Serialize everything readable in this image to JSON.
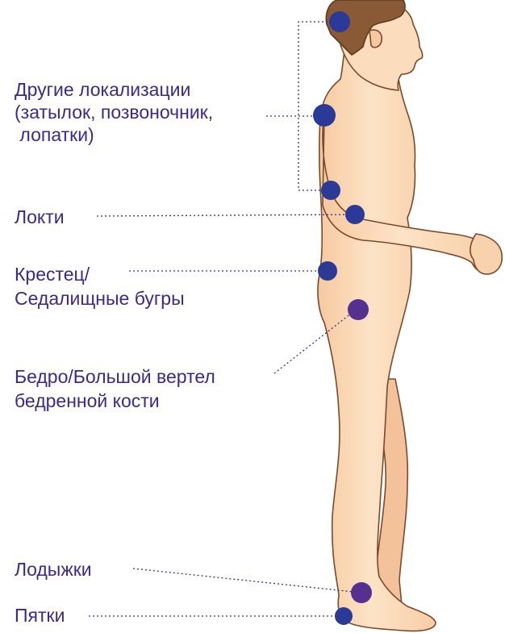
{
  "labels": {
    "other_sites": {
      "line1": "Другие локализации",
      "line2": "(затылок, позвоночник,",
      "line3": " лопатки)"
    },
    "elbows": "Локти",
    "sacrum": {
      "line1": "Крестец/",
      "line2": "Седалищные бугры"
    },
    "hip": {
      "line1": "Бедро/Большой вертел",
      "line2": "бедренной кости"
    },
    "ankles": "Лодыжки",
    "heels": "Пятки"
  },
  "colors": {
    "text": "#3d2a86",
    "marker_blue": "#2b3a97",
    "marker_purple": "#55308f",
    "skin": "#fad9b6",
    "skin_shade": "#f3bf94",
    "outline": "#7a4a2c",
    "hair": "#8a5a36",
    "leader_line": "#3d2a86"
  }
}
